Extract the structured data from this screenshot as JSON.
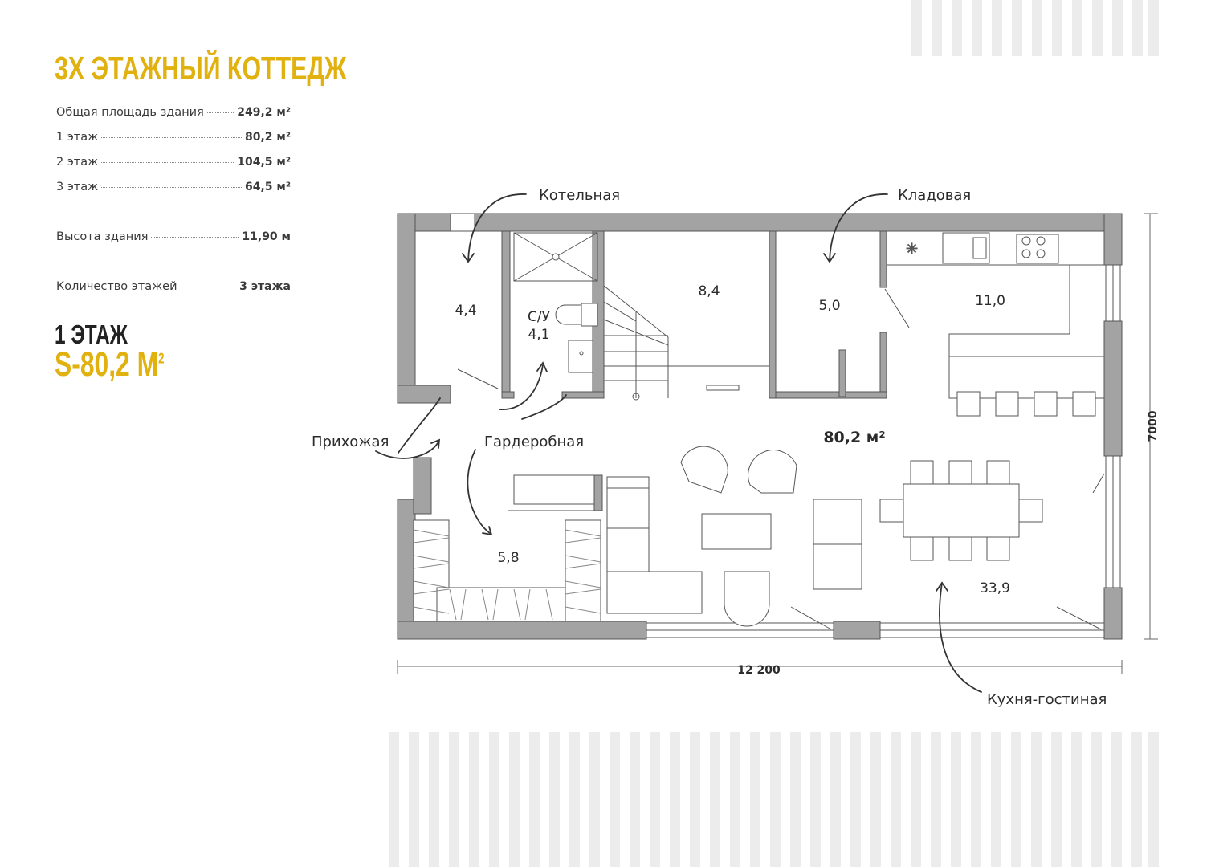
{
  "title": "3Х ЭТАЖНЫЙ КОТТЕДЖ",
  "specs": [
    {
      "label": "Общая площадь здания",
      "value": "249,2 м²"
    },
    {
      "label": "1 этаж",
      "value": "80,2 м²"
    },
    {
      "label": "2 этаж",
      "value": "104,5 м²"
    },
    {
      "label": "3 этаж",
      "value": "64,5 м²"
    },
    {
      "label": "Высота здания",
      "value": "11,90 м"
    },
    {
      "label": "Количество этажей",
      "value": "3 этажа"
    }
  ],
  "floor": {
    "label": "1 ЭТАЖ",
    "area": "S-80,2 М",
    "area_sup": "2"
  },
  "rooms": {
    "boiler": "4,4",
    "bathroom_name": "С/У",
    "bathroom_area": "4,1",
    "stairs": "8,4",
    "storage": "5,0",
    "kitchen": "11,0",
    "wardrobe": "5,8",
    "living": "33,9",
    "total": "80,2 м²"
  },
  "callouts": {
    "boiler": "Котельная",
    "storage": "Кладовая",
    "hall": "Прихожая",
    "wardrobe": "Гардеробная",
    "kitchen_living": "Кухня-гостиная"
  },
  "dimensions": {
    "width": "12 200",
    "height": "7000"
  },
  "colors": {
    "accent": "#e1b10f",
    "wall": "#9e9e9e",
    "line": "#4a4a4a",
    "stripes": "#ececec"
  }
}
